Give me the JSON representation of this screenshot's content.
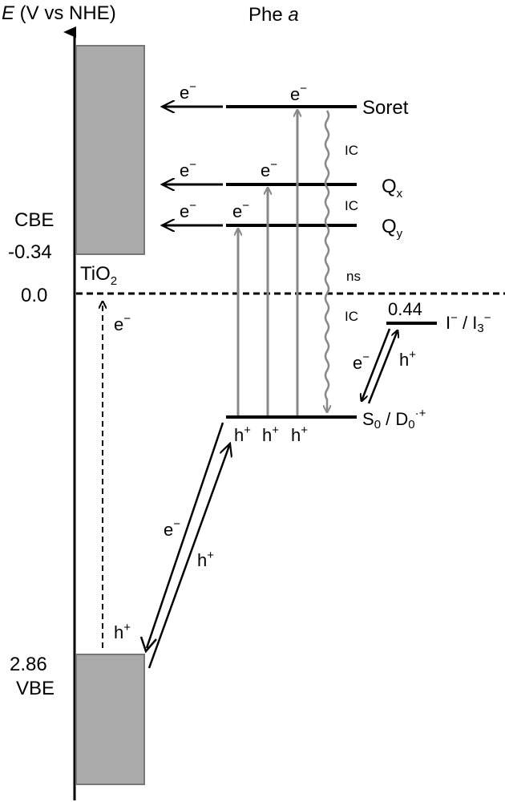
{
  "axis": {
    "label_italic": "E",
    "label_rest": " (V vs NHE)"
  },
  "title": {
    "main": "Phe ",
    "italic": "a"
  },
  "tio2": {
    "cbe_label": "CBE",
    "cbe_value": "-0.34",
    "name_main": "TiO",
    "name_sub": "2",
    "vbe_value": "2.86",
    "vbe_label": "VBE"
  },
  "reference": {
    "zero_label": "0.0",
    "ns_label": "ns"
  },
  "levels": {
    "soret": "Soret",
    "qx_main": "Q",
    "qx_sub": "x",
    "qy_main": "Q",
    "qy_sub": "y",
    "s0_main": "S",
    "s0_sub": "0",
    "s0_sep": " / D",
    "d0_sub": "0",
    "d0_sup": "·+"
  },
  "ic_labels": [
    "IC",
    "IC",
    "IC"
  ],
  "electron": {
    "main": "e",
    "sup": "−"
  },
  "hole": {
    "main": "h",
    "sup": "+"
  },
  "redox": {
    "value": "0.44",
    "i_main": "I",
    "i_sup": "−",
    "sep": " / I",
    "i3_sub": "3",
    "i3_sup": "−"
  },
  "colors": {
    "ink": "#000000",
    "band": "#aaaaaa",
    "band_edge": "#777777",
    "excitation": "#888888"
  }
}
